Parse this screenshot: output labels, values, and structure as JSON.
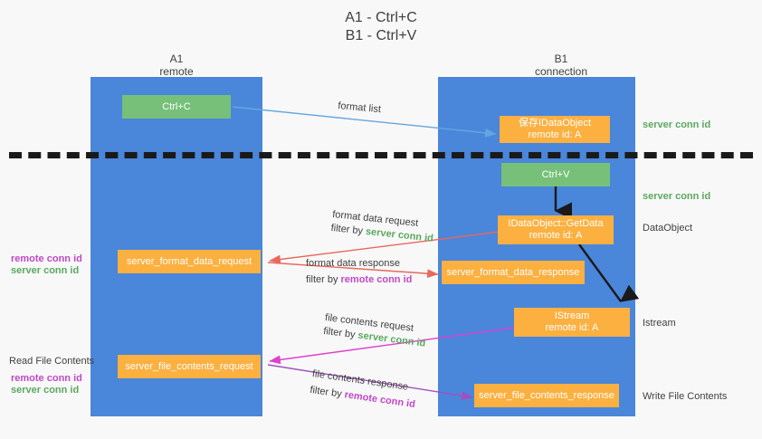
{
  "title": {
    "line1": "A1 - Ctrl+C",
    "line2": "B1 - Ctrl+V"
  },
  "columns": [
    {
      "name": "A1",
      "sub": "remote"
    },
    {
      "name": "B1",
      "sub": "connection"
    }
  ],
  "colors": {
    "lane": "#4a86da",
    "green_box": "#76c07a",
    "orange_box": "#fbb040",
    "server_conn_id": "#5aa95f",
    "remote_conn_id": "#c049c8",
    "arrow_blue": "#63a7e0",
    "arrow_red": "#e8685d",
    "arrow_magenta": "#e03fd0",
    "arrow_purple": "#a24fc0",
    "arrow_black": "#1a1a1a",
    "separator": "#1a1a1a"
  },
  "boxes": {
    "ctrl_c": {
      "label": "Ctrl+C",
      "sub": ""
    },
    "save_idataobject": {
      "label": "保存IDataObject",
      "sub": "remote id: A"
    },
    "ctrl_v": {
      "label": "Ctrl+V",
      "sub": ""
    },
    "getdata": {
      "label": "IDataObject::GetData",
      "sub": "remote id: A"
    },
    "server_format_data_request": {
      "label": "server_format_data_request",
      "sub": ""
    },
    "server_format_data_response": {
      "label": "server_format_data_response",
      "sub": ""
    },
    "istream": {
      "label": "IStream",
      "sub": "remote id: A"
    },
    "server_file_contents_request": {
      "label": "server_file_contents_request",
      "sub": ""
    },
    "server_file_contents_response": {
      "label": "server_file_contents_response",
      "sub": ""
    }
  },
  "flows": [
    {
      "key": "format_list",
      "line1": "format list",
      "filter_prefix": "",
      "filter_value": ""
    },
    {
      "key": "format_data_request",
      "line1": "format data request",
      "filter_prefix": "filter by ",
      "filter_value": "server conn id"
    },
    {
      "key": "format_data_response",
      "line1": "format data response",
      "filter_prefix": "filter by ",
      "filter_value": "remote conn id"
    },
    {
      "key": "file_contents_request",
      "line1": "file contents request",
      "filter_prefix": "filter by ",
      "filter_value": "server conn id"
    },
    {
      "key": "file_contents_response",
      "line1": "file contents response",
      "filter_prefix": "filter by ",
      "filter_value": "remote conn id"
    }
  ],
  "right_labels": [
    {
      "key": "r1",
      "text": "server conn id",
      "color": "green"
    },
    {
      "key": "r2",
      "text": "server conn id",
      "color": "green"
    },
    {
      "key": "r3",
      "text": "DataObject",
      "color": "plain"
    },
    {
      "key": "r4",
      "text": "Istream",
      "color": "plain"
    },
    {
      "key": "r5",
      "text": "Write File Contents",
      "color": "plain"
    }
  ],
  "left_labels": {
    "group1": [
      {
        "key": "l1",
        "text": "remote conn id",
        "color": "purple"
      },
      {
        "key": "l2",
        "text": "server conn id",
        "color": "green"
      }
    ],
    "read_file_contents": "Read File Contents",
    "group2": [
      {
        "key": "l3",
        "text": "remote conn id",
        "color": "purple"
      },
      {
        "key": "l4",
        "text": "server conn id",
        "color": "green"
      }
    ]
  }
}
